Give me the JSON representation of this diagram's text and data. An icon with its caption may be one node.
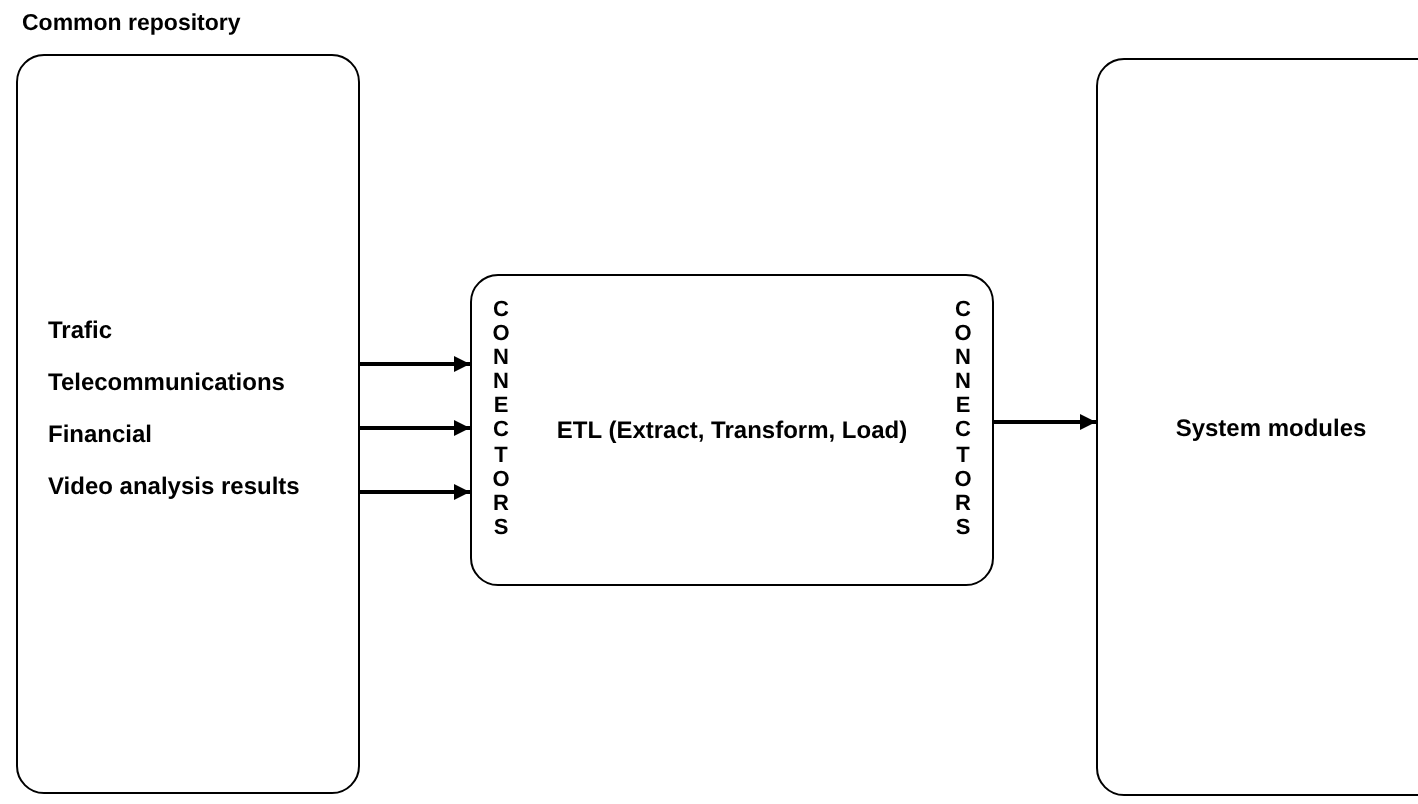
{
  "diagram": {
    "nodes": [
      {
        "text": [
          "Common repository",
          "Trafic",
          "Telecommunications",
          "Financial",
          "Video analysis results"
        ]
      },
      {
        "text": [
          "CONNECTORS",
          "ETL (Extract, Transform, Load)",
          "CONNECTORS"
        ]
      },
      {
        "text": [
          "System modules"
        ]
      }
    ],
    "edges": [
      {
        "from": 0,
        "to": 1,
        "arrow": "to"
      },
      {
        "from": 0,
        "to": 1,
        "arrow": "to"
      },
      {
        "from": 0,
        "to": 1,
        "arrow": "to"
      },
      {
        "from": 1,
        "to": 2,
        "arrow": "to"
      }
    ]
  }
}
